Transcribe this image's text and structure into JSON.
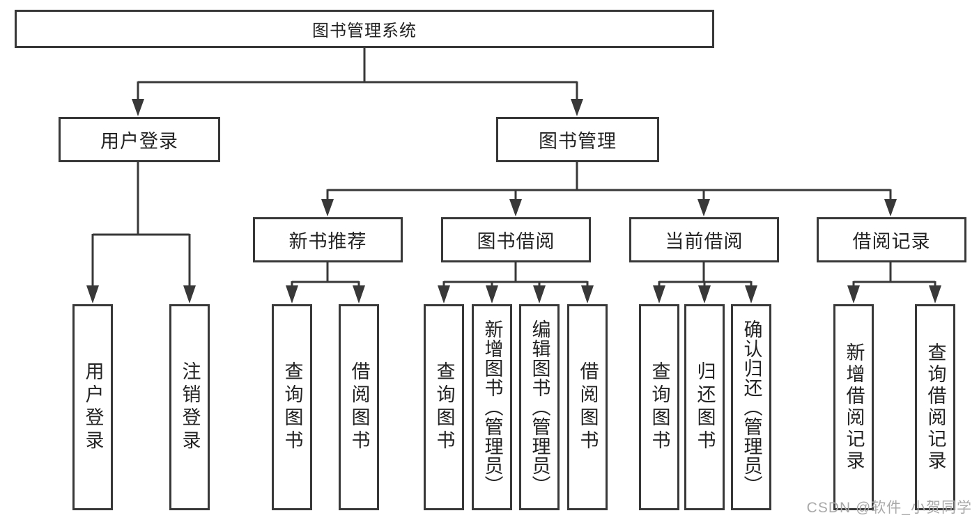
{
  "tree": {
    "root": {
      "label": "图书管理系统"
    },
    "children": [
      {
        "label": "用户登录",
        "children": [
          {
            "label": "用户登录"
          },
          {
            "label": "注销登录"
          }
        ]
      },
      {
        "label": "图书管理",
        "children": [
          {
            "label": "新书推荐",
            "children": [
              {
                "label": "查询图书"
              },
              {
                "label": "借阅图书"
              }
            ]
          },
          {
            "label": "图书借阅",
            "children": [
              {
                "label": "查询图书"
              },
              {
                "label": "新增图书（管理员）"
              },
              {
                "label": "编辑图书（管理员）"
              },
              {
                "label": "借阅图书"
              }
            ]
          },
          {
            "label": "当前借阅",
            "children": [
              {
                "label": "查询图书"
              },
              {
                "label": "归还图书"
              },
              {
                "label": "确认归还（管理员）"
              }
            ]
          },
          {
            "label": "借阅记录",
            "children": [
              {
                "label": "新增借阅记录"
              },
              {
                "label": "查询借阅记录"
              }
            ]
          }
        ]
      }
    ]
  },
  "watermark": {
    "text": "CSDN @软件_小贺同学"
  },
  "colors": {
    "line": "#383838",
    "text": "#232323",
    "background": "#ffffff",
    "watermark": "#a9a9a9"
  }
}
